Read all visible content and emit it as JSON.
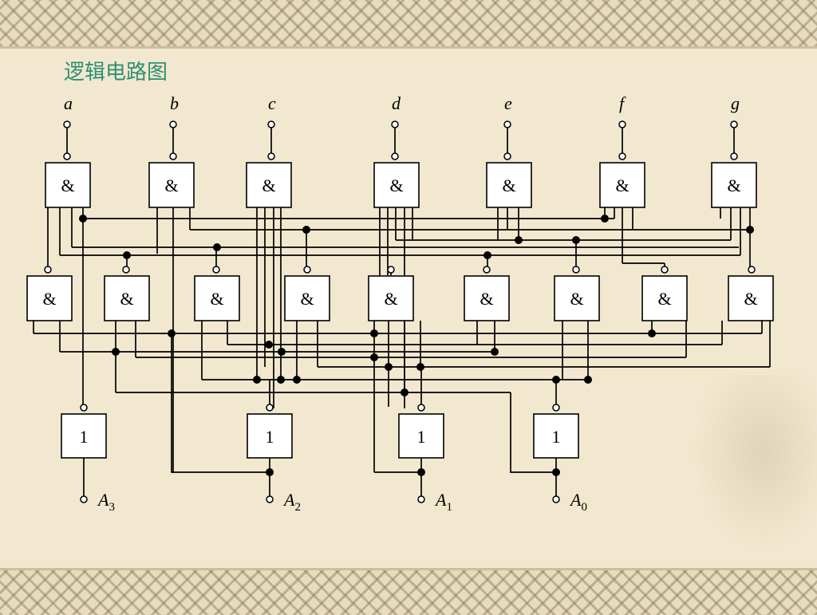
{
  "title": "逻辑电路图",
  "inputs": [
    "a",
    "b",
    "c",
    "d",
    "e",
    "f",
    "g"
  ],
  "outputs": [
    {
      "letter": "A",
      "sub": "3"
    },
    {
      "letter": "A",
      "sub": "2"
    },
    {
      "letter": "A",
      "sub": "1"
    },
    {
      "letter": "A",
      "sub": "0"
    }
  ],
  "and_symbol": "&",
  "or_symbol": "1",
  "colors": {
    "title": "#2e8f77",
    "background": "#f1e8cf",
    "line": "#000000"
  }
}
